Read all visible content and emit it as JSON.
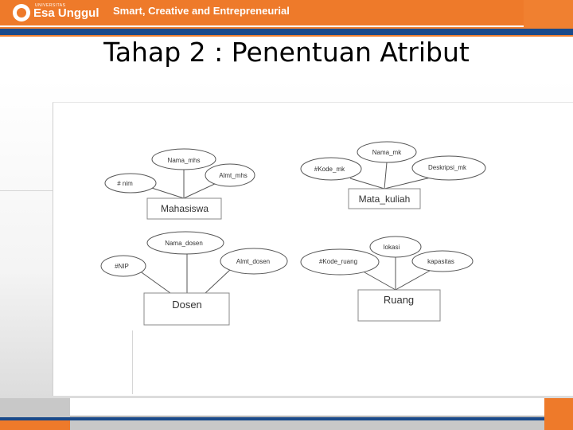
{
  "header": {
    "logo_small": "UNIVERSITAS",
    "logo_text": "Esa Unggul",
    "tagline": "Smart, Creative and Entrepreneurial"
  },
  "slide": {
    "title": "Tahap 2 : Penentuan Atribut"
  },
  "diagram": {
    "mahasiswa": {
      "entity": "Mahasiswa",
      "attributes": [
        "# nim",
        "Nama_mhs",
        "Almt_mhs"
      ]
    },
    "mata_kuliah": {
      "entity": "Mata_kuliah",
      "attributes": [
        "#Kode_mk",
        "Nama_mk",
        "Deskripsi_mk"
      ]
    },
    "dosen": {
      "entity": "Dosen",
      "attributes": [
        "#NIP",
        "Nama_dosen",
        "Almt_dosen"
      ]
    },
    "ruang": {
      "entity": "Ruang",
      "attributes": [
        "#Kode_ruang",
        "lokasi",
        "kapasitas"
      ]
    }
  }
}
